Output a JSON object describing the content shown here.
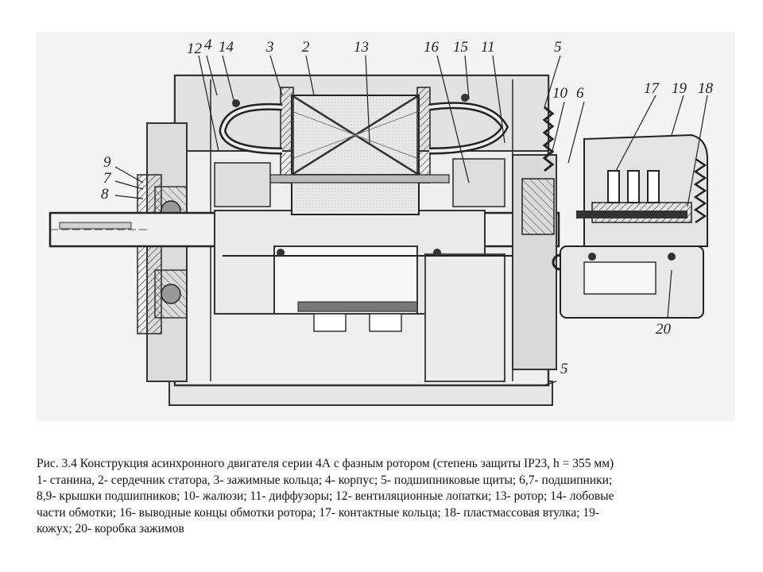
{
  "figure": {
    "labels": [
      "12",
      "4",
      "14",
      "3",
      "2",
      "13",
      "16",
      "15",
      "11",
      "5",
      "10",
      "6",
      "17",
      "19",
      "18",
      "9",
      "7",
      "8",
      "20",
      "5"
    ]
  },
  "caption": {
    "lines": [
      "Рис. 3.4 Конструкция асинхронного двигателя серии 4А с фазным ротором (степень защиты IP23,  h = 355 мм)",
      "1- станина, 2- сердечник статора, 3- зажимные кольца; 4- корпус; 5- подшипниковые щиты; 6,7- подшипники;",
      "8,9- крышки подшипников; 10- жалюзи; 11- диффузоры; 12- вентиляционные лопатки; 13- ротор; 14- лобовые",
      "части обмотки; 16- выводные концы обмотки ротора; 17- контактные кольца; 18- пластмассовая втулка; 19-",
      "кожух; 20- коробка зажимов"
    ]
  }
}
